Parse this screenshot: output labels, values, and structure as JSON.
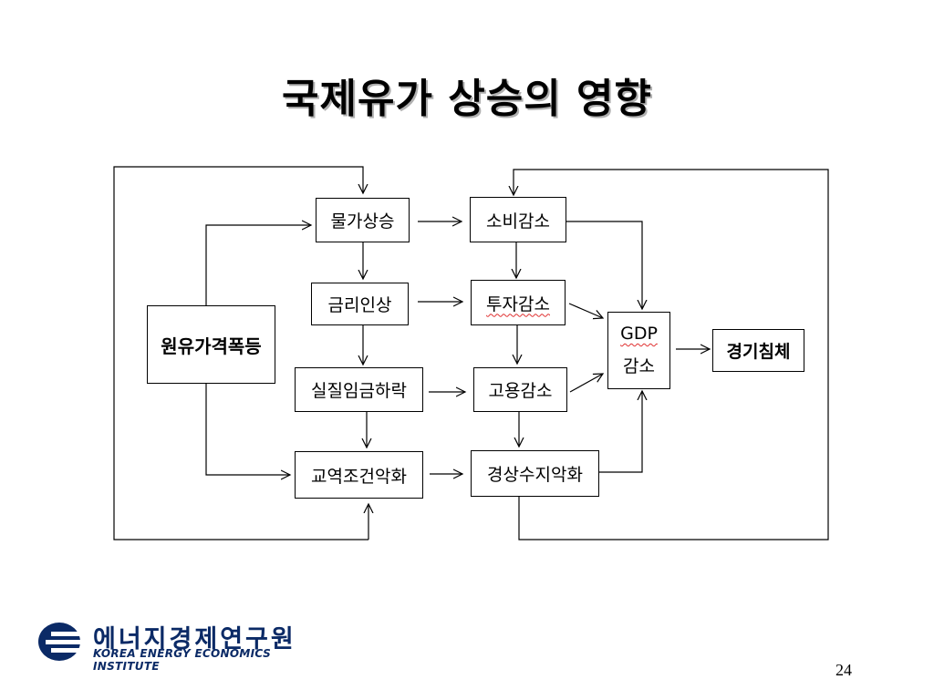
{
  "slide": {
    "title": "국제유가 상승의 영향",
    "page_number": "24"
  },
  "diagram": {
    "nodes": {
      "oil": "원유가격폭등",
      "price": "물가상승",
      "rate": "금리인상",
      "wage": "실질임금하락",
      "terms": "교역조건악화",
      "consume": "소비감소",
      "invest": "투자감소",
      "employ": "고용감소",
      "current": "경상수지악화",
      "gdp_line1": "GDP",
      "gdp_line2": "감소",
      "recession": "경기침체"
    }
  },
  "logo": {
    "korean": "에너지경제연구원",
    "english": "KOREA ENERGY ECONOMICS INSTITUTE",
    "color": "#0b2a66"
  }
}
